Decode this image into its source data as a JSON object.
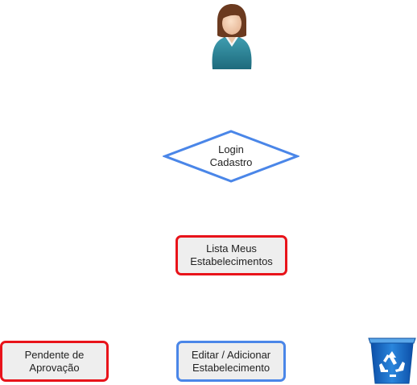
{
  "colors": {
    "red_border": "#e8131a",
    "blue_border": "#4a86e8",
    "node_fill": "#eeeeee",
    "bin_blue": "#1e6fc6"
  },
  "icons": {
    "user": "user-avatar-icon",
    "trash": "recycle-bin-icon"
  },
  "diagram": {
    "decision": {
      "label": "Login\nCadastro"
    },
    "list_node": {
      "label": "Lista Meus\nEstabelecimentos"
    },
    "pending_node": {
      "label": "Pendente de\nAprovação"
    },
    "edit_node": {
      "label": "Editar / Adicionar\nEstabelecimento"
    }
  }
}
